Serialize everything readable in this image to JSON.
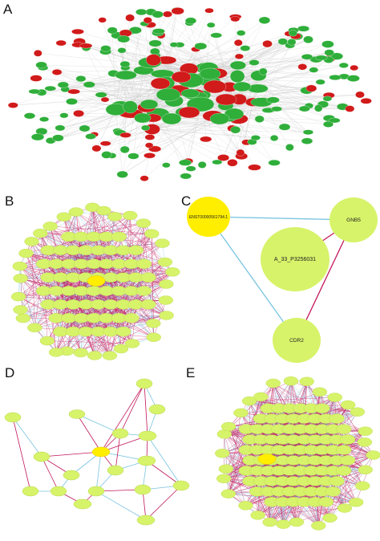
{
  "panels": {
    "a": {
      "label": "A"
    },
    "b": {
      "label": "B"
    },
    "c": {
      "label": "C"
    },
    "d": {
      "label": "D"
    },
    "e": {
      "label": "E"
    }
  },
  "colors": {
    "up_node": "#d11a1a",
    "down_node": "#2fae3a",
    "mrna_node": "#d7f36a",
    "hub_node": "#ffee00",
    "pos_edge": "#c2185b",
    "neg_edge": "#79c4e0",
    "net_edge": "#c9c9c9"
  },
  "network_c": {
    "nodes": [
      {
        "id": "hub",
        "label": "ENST00000561794.1",
        "role": "hub"
      },
      {
        "id": "gnb5",
        "label": "GNB5",
        "role": "mrna"
      },
      {
        "id": "a33",
        "label": "A_33_P3256031",
        "role": "mrna"
      },
      {
        "id": "cdr2",
        "label": "CDR2",
        "role": "mrna"
      }
    ],
    "edges": [
      {
        "from": "hub",
        "to": "gnb5",
        "type": "neg"
      },
      {
        "from": "hub",
        "to": "cdr2",
        "type": "neg"
      },
      {
        "from": "a33",
        "to": "gnb5",
        "type": "pos"
      },
      {
        "from": "gnb5",
        "to": "cdr2",
        "type": "pos"
      }
    ]
  }
}
